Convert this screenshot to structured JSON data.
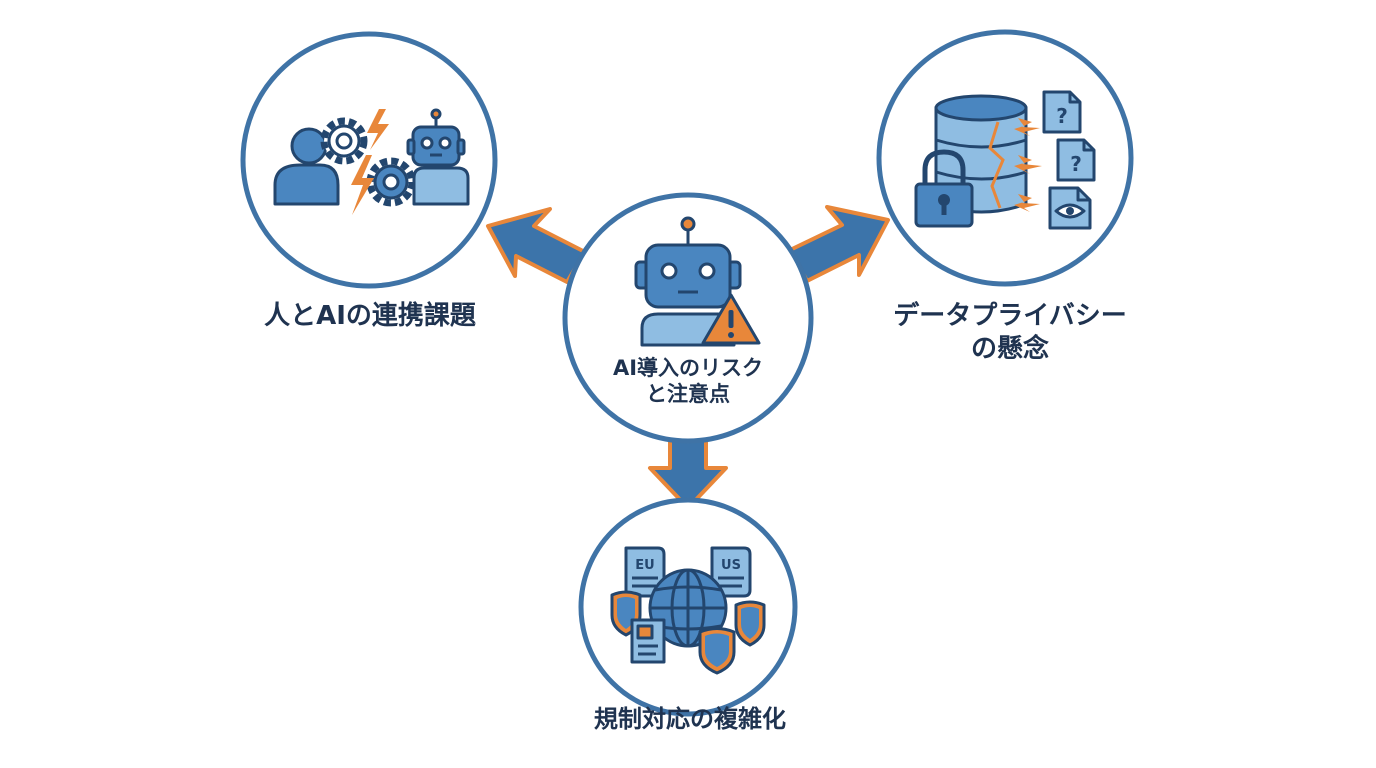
{
  "center": {
    "title_line1": "AI導入のリスク",
    "title_line2": "と注意点"
  },
  "left": {
    "title": "人とAIの連携課題"
  },
  "right": {
    "title_line1": "データプライバシー",
    "title_line2": "の懸念"
  },
  "bottom": {
    "title": "規制対応の複雑化",
    "doc_left": "EU",
    "doc_right": "US"
  },
  "colors": {
    "circle_stroke": "#3f73a6",
    "arrow_fill": "#3c74aa",
    "arrow_outline": "#e8873a",
    "icon_blue": "#4a86c0",
    "icon_light": "#8fbde2",
    "icon_dark": "#23466e",
    "warning": "#e8873a",
    "text": "#1f3350"
  },
  "icons": [
    "robot-icon",
    "warning-icon",
    "person-icon",
    "gear-icon",
    "lightning-icon",
    "database-icon",
    "lock-icon",
    "question-document-icon",
    "eye-document-icon",
    "globe-icon",
    "shield-icon",
    "document-icon"
  ]
}
